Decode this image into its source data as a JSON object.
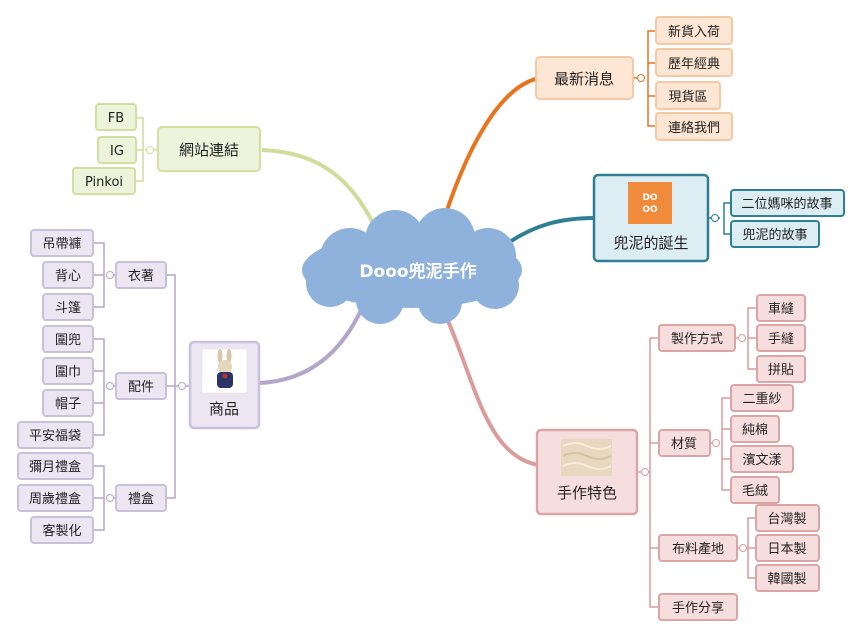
{
  "center": {
    "label": "Dooo兜泥手作"
  },
  "branches": {
    "news": {
      "label": "最新消息",
      "color": "#e8741e",
      "fill": "#fde6d4",
      "children": [
        "新貨入荷",
        "歷年經典",
        "現貨區",
        "連絡我們"
      ]
    },
    "links": {
      "label": "網站連結",
      "color": "#c9d88e",
      "fill": "#eef3dc",
      "children": [
        "FB",
        "IG",
        "Pinkoi"
      ]
    },
    "birth": {
      "label": "兜泥的誕生",
      "color": "#2e7f93",
      "fill": "#dcedf3",
      "logo": {
        "text": "DOOO",
        "bg": "#ef8b3a"
      },
      "children": [
        "二位媽咪的故事",
        "兜泥的故事"
      ]
    },
    "products": {
      "label": "商品",
      "color": "#b3a6cc",
      "fill": "#ebe6f2",
      "groups": [
        {
          "label": "衣著",
          "children": [
            "吊帶褲",
            "背心",
            "斗篷"
          ]
        },
        {
          "label": "配件",
          "children": [
            "圍兜",
            "圍巾",
            "帽子",
            "平安福袋"
          ]
        },
        {
          "label": "禮盒",
          "children": [
            "彌月禮盒",
            "周歲禮盒",
            "客製化"
          ]
        }
      ]
    },
    "features": {
      "label": "手作特色",
      "color": "#dc9b9b",
      "fill": "#f6dede",
      "groups": [
        {
          "label": "製作方式",
          "children": [
            "車縫",
            "手縫",
            "拼貼"
          ]
        },
        {
          "label": "材質",
          "children": [
            "二重紗",
            "純棉",
            "濱文漾",
            "毛絨"
          ]
        },
        {
          "label": "布料產地",
          "children": [
            "台灣製",
            "日本製",
            "韓國製"
          ]
        },
        {
          "label": "手作分享",
          "children": []
        }
      ]
    }
  }
}
